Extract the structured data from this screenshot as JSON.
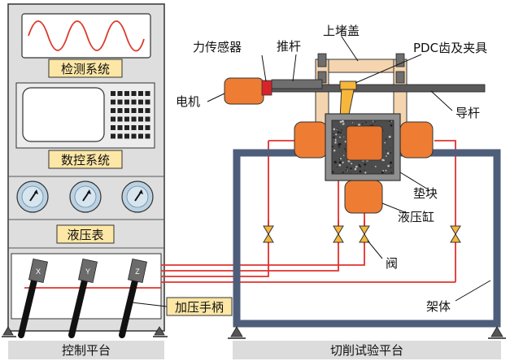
{
  "control_platform": {
    "title": "控制平台",
    "detection_system": "检测系统",
    "nc_system": "数控系统",
    "pressure_gauge": "液压表",
    "handle_label": "加压手柄",
    "levers": [
      "X",
      "Y",
      "Z"
    ]
  },
  "cutting_platform": {
    "title": "切削试验平台",
    "force_sensor": "力传感器",
    "push_rod": "推杆",
    "upper_cover": "上堵盖",
    "pdc_label": "PDC齿及夹具",
    "motor": "电机",
    "guide_rod": "导杆",
    "pad_block": "垫块",
    "hydraulic_cylinder": "液压缸",
    "valve": "阀",
    "frame": "架体"
  },
  "colors": {
    "cabinet": "#dedede",
    "cabinet_border": "#333333",
    "tag_bg": "#fde7a6",
    "frame": "#4e5e7a",
    "orange": "#ee7d33",
    "pipe": "#e0322f",
    "gauge": "#bcd2e3",
    "cover": "#f4d5b0",
    "footer": "#dcdcdc"
  }
}
